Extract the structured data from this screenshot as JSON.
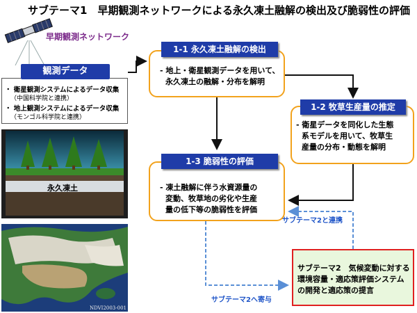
{
  "title": "サブテーマ1　早期観測ネットワークによる永久凍土融解の検出及び脆弱性の評価",
  "network_label": "早期観測ネットワーク",
  "observation": {
    "header": "観測データ",
    "items": [
      {
        "main": "・ 衛星観測システムによるデータ収集",
        "sub": "（中国科学院と連携）"
      },
      {
        "main": "・ 地上観測システムによるデータ収集",
        "sub": "（モンゴル科学院と連携）"
      }
    ]
  },
  "box_1_1": {
    "tab": "1-1 永久凍土融解の検出",
    "lines": [
      "- 地上・衛星観測データを用いて、",
      "永久凍土の融解・分布を解明"
    ]
  },
  "box_1_2": {
    "tab": "1-2 牧草生産量の推定",
    "lines": [
      "- 衛星データを同化した生態",
      "系モデルを用いて、牧草生",
      "産量の分布・動態を解明"
    ]
  },
  "box_1_3": {
    "tab": "1-3 脆弱性の評価",
    "lines": [
      "- 凍土融解に伴う水資源量の",
      "変動、牧草地の劣化や生産",
      "量の低下等の脆弱性を評価"
    ]
  },
  "theme2": {
    "lines": [
      "サブテーマ2　気候変動に対する",
      "環境容量・適応策評価システム",
      "の開発と適応策の提言"
    ]
  },
  "link_label": "サブテーマ2と連携",
  "contrib_label": "サブテーマ2へ寄与",
  "permafrost_label": "永久凍土",
  "ndvi_caption": "NDVI2003-001",
  "colors": {
    "tab_blue": "#1f3ca8",
    "box_orange": "#f2a21c",
    "theme2_border": "#e02020",
    "theme2_fill": "#e9f7dd",
    "dashed_blue": "#5a8fd6",
    "network_purple": "#7b2a8a"
  },
  "icons": [
    "satellite-icon"
  ]
}
